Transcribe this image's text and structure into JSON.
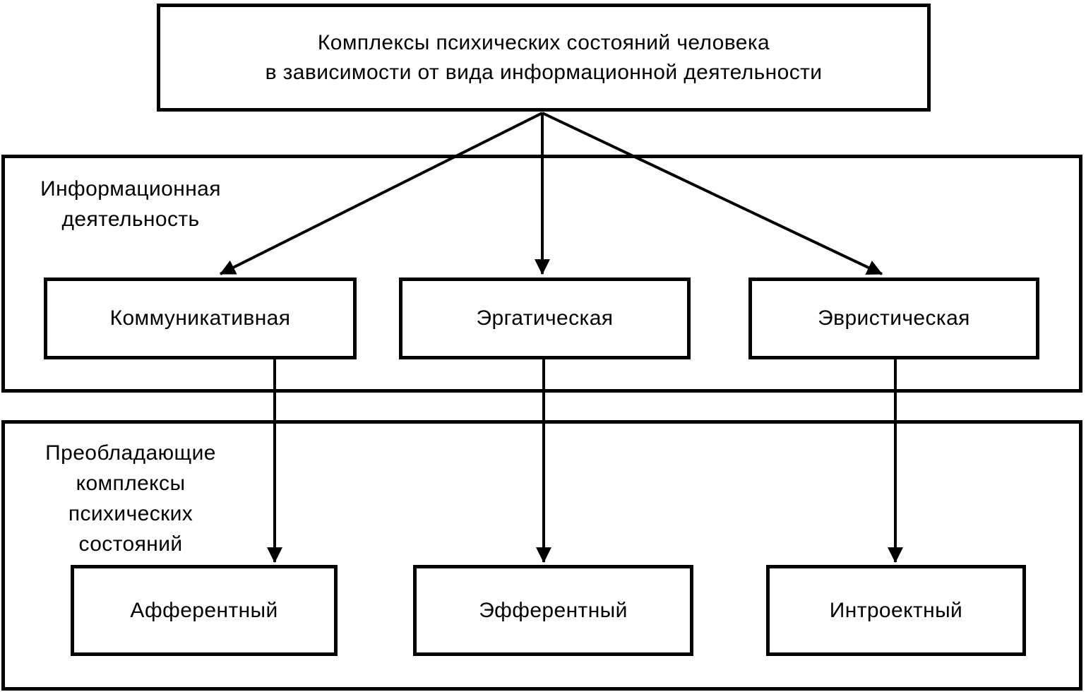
{
  "diagram": {
    "root_box": {
      "lines": [
        "Комплексы психических состояний человека",
        "в зависимости от вида информационной деятельности"
      ]
    },
    "sections": [
      {
        "name": "Информационная деятельность",
        "label_lines": [
          "Информационная",
          "деятельность"
        ],
        "boxes": [
          {
            "label": "Коммуникативная"
          },
          {
            "label": "Эргатическая"
          },
          {
            "label": "Эвристическая"
          }
        ]
      },
      {
        "name": "Преобладающие комплексы психических состояний",
        "label_lines": [
          "Преобладающие",
          "комплексы",
          "психических",
          "состояний"
        ],
        "boxes": [
          {
            "label": "Афферентный"
          },
          {
            "label": "Эфферентный"
          },
          {
            "label": "Интроектный"
          }
        ]
      }
    ],
    "edges": [
      {
        "from": "Комплексы психических состояний человека в зависимости от вида информационной деятельности",
        "to": "Коммуникативная"
      },
      {
        "from": "Комплексы психических состояний человека в зависимости от вида информационной деятельности",
        "to": "Эргатическая"
      },
      {
        "from": "Комплексы психических состояний человека в зависимости от вида информационной деятельности",
        "to": "Эвристическая"
      },
      {
        "from": "Коммуникативная",
        "to": "Афферентный"
      },
      {
        "from": "Эргатическая",
        "to": "Эфферентный"
      },
      {
        "from": "Эвристическая",
        "to": "Интроектный"
      }
    ],
    "colors": {
      "line": "#000000",
      "text": "#000000",
      "background": "#ffffff"
    }
  }
}
